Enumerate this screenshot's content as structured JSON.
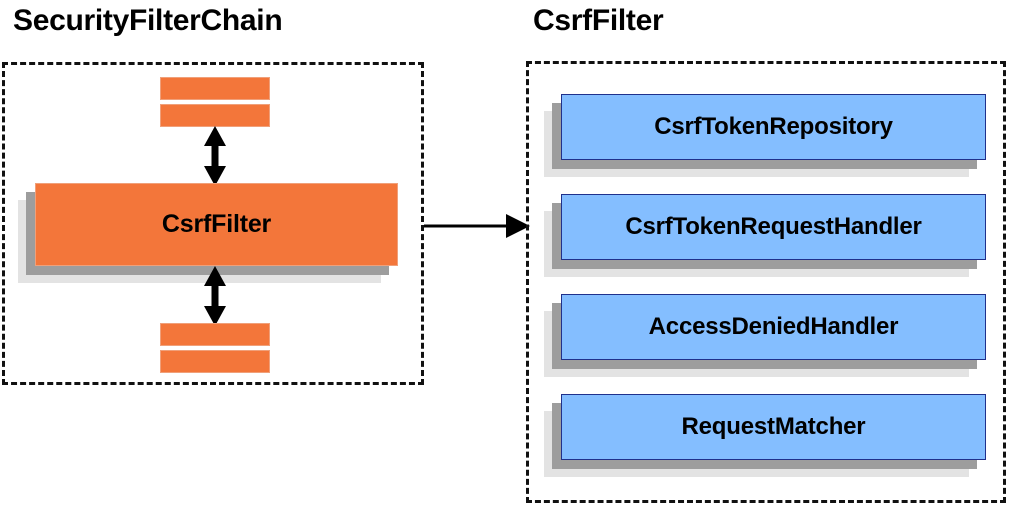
{
  "panels": {
    "left": {
      "title": "SecurityFilterChain",
      "main_node": {
        "label": "CsrfFilter"
      },
      "stub_bars": [
        {
          "position": "top-1"
        },
        {
          "position": "top-2"
        },
        {
          "position": "bottom-1"
        },
        {
          "position": "bottom-2"
        }
      ],
      "arrows": [
        {
          "name": "vertical-double-arrow-top",
          "direction": "double"
        },
        {
          "name": "vertical-double-arrow-bottom",
          "direction": "double"
        }
      ]
    },
    "right": {
      "title": "CsrfFilter",
      "nodes": [
        {
          "label": "CsrfTokenRepository"
        },
        {
          "label": "CsrfTokenRequestHandler"
        },
        {
          "label": "AccessDeniedHandler"
        },
        {
          "label": "RequestMatcher"
        }
      ]
    }
  },
  "connector": {
    "name": "left-to-right-arrow",
    "direction": "right"
  },
  "colors": {
    "orange_fill": "#f3763a",
    "orange_border": "#f0a07a",
    "blue_fill": "#84beff",
    "blue_border": "#20318c",
    "shadow_near": "#9d9d9d",
    "shadow_far": "#e3e3e3",
    "dashed_border": "#111111",
    "text": "#000000",
    "background": "#ffffff"
  }
}
